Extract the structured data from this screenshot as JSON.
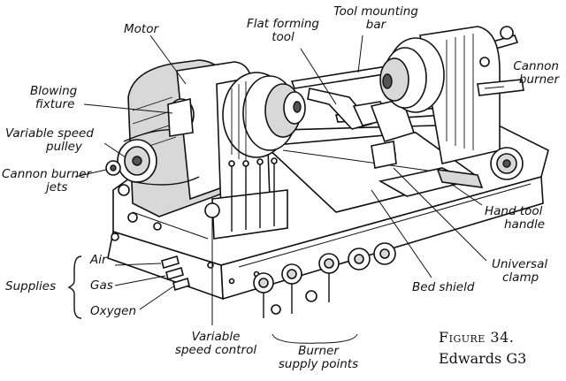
{
  "labels": {
    "motor": "Motor",
    "flat_forming_tool_1": "Flat forming",
    "flat_forming_tool_2": "tool",
    "tool_mounting_bar_1": "Tool mounting",
    "tool_mounting_bar_2": "bar",
    "cannon_burner_1": "Cannon",
    "cannon_burner_2": "burner",
    "blowing_fixture_1": "Blowing",
    "blowing_fixture_2": "fixture",
    "variable_speed_pulley_1": "Variable speed",
    "variable_speed_pulley_2": "pulley",
    "cannon_burner_jets_1": "Cannon burner",
    "cannon_burner_jets_2": "jets",
    "hand_tool_handle_1": "Hand tool",
    "hand_tool_handle_2": "handle",
    "universal_clamp_1": "Universal",
    "universal_clamp_2": "clamp",
    "bed_shield": "Bed shield",
    "supplies": "Supplies",
    "air": "Air",
    "gas": "Gas",
    "oxygen": "Oxygen",
    "variable_speed_control_1": "Variable",
    "variable_speed_control_2": "speed control",
    "burner_supply_points_1": "Burner",
    "burner_supply_points_2": "supply points"
  },
  "caption": {
    "figure": "Figure 34.",
    "subtitle": "Edwards G3"
  }
}
